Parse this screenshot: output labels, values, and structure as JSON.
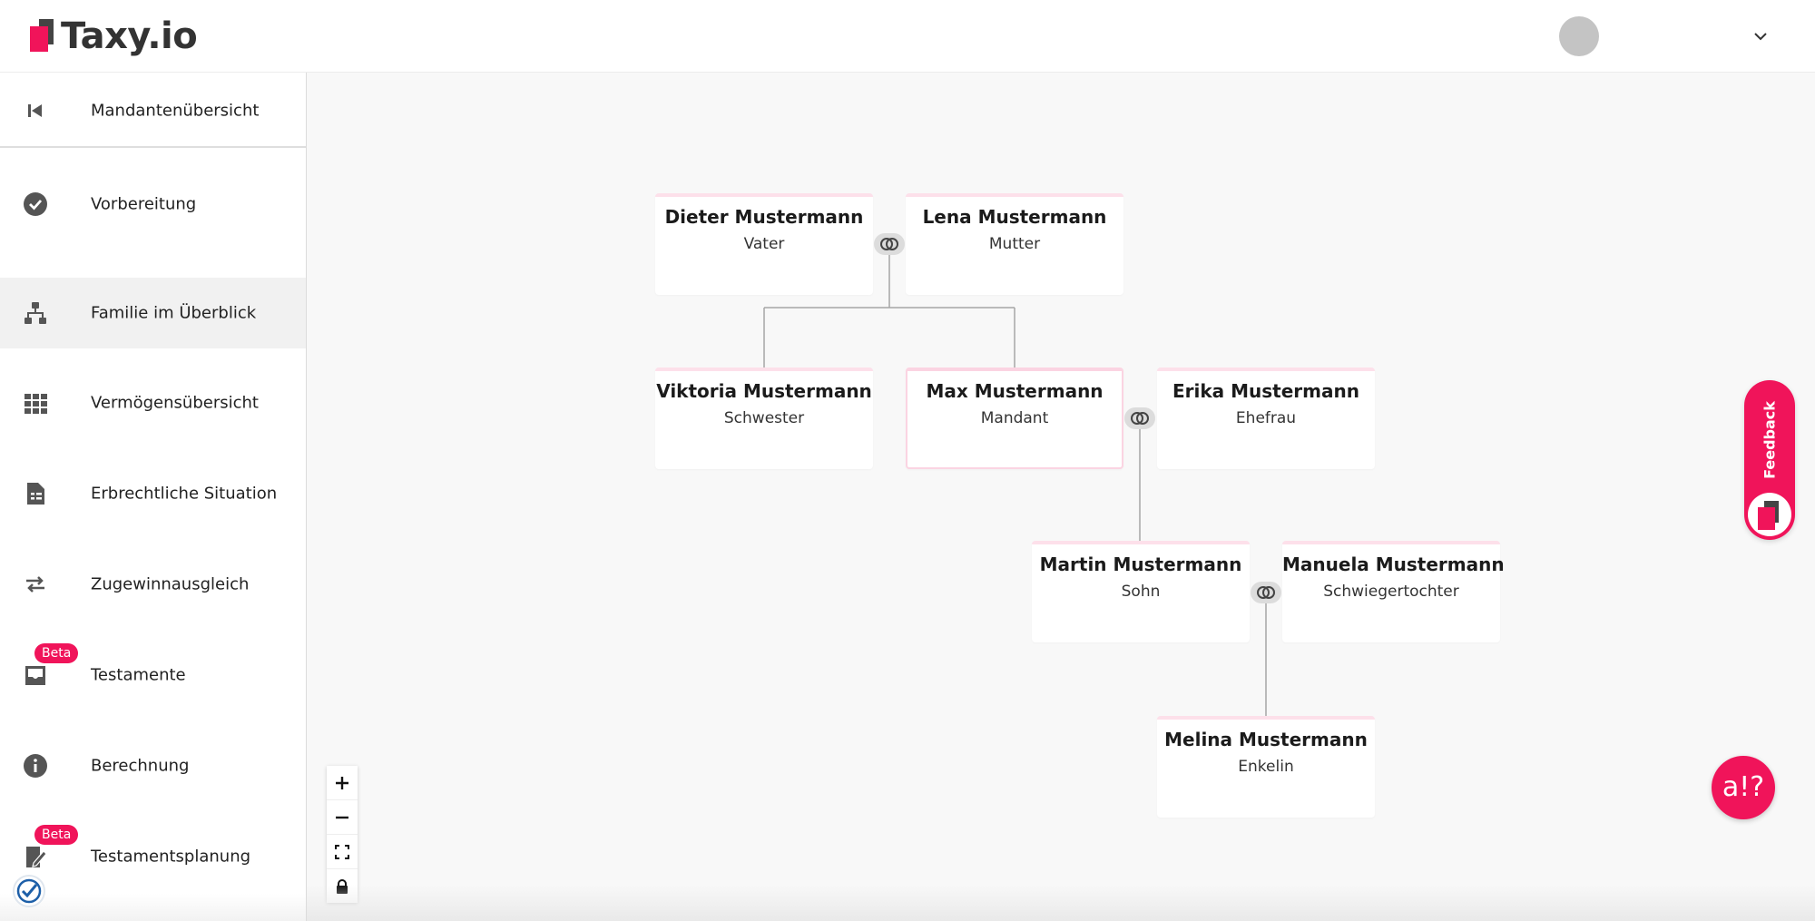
{
  "header": {
    "logo_text": "Taxy.io",
    "brand_color": "#f0145a",
    "avatar_icon": "user-avatar",
    "menu_icon": "chevron-down-icon"
  },
  "sidebar": {
    "items": [
      {
        "label": "Mandantenübersicht",
        "icon": "skip-back-icon"
      },
      {
        "label": "Vorbereitung",
        "icon": "check-circle-icon"
      },
      {
        "label": "Familie im Überblick",
        "icon": "family-tree-icon",
        "active": true
      },
      {
        "label": "Vermögensübersicht",
        "icon": "grid-icon"
      },
      {
        "label": "Erbrechtliche Situation",
        "icon": "document-icon"
      },
      {
        "label": "Zugewinnausgleich",
        "icon": "swap-arrows-icon"
      },
      {
        "label": "Testamente",
        "icon": "inbox-icon",
        "badge": "Beta"
      },
      {
        "label": "Berechnung",
        "icon": "info-icon"
      },
      {
        "label": "Testamentsplanung",
        "icon": "document-edit-icon",
        "badge": "Beta"
      }
    ]
  },
  "family_tree": {
    "people": [
      {
        "name": "Dieter Mustermann",
        "role": "Vater"
      },
      {
        "name": "Lena Mustermann",
        "role": "Mutter"
      },
      {
        "name": "Viktoria Mustermann",
        "role": "Schwester"
      },
      {
        "name": "Max Mustermann",
        "role": "Mandant",
        "selected": true
      },
      {
        "name": "Erika Mustermann",
        "role": "Ehefrau"
      },
      {
        "name": "Martin Mustermann",
        "role": "Sohn"
      },
      {
        "name": "Manuela Mustermann",
        "role": "Schwiegertochter"
      },
      {
        "name": "Melina Mustermann",
        "role": "Enkelin"
      }
    ],
    "marriage_icon": "rings-icon"
  },
  "zoom_controls": {
    "icons": [
      "plus-icon",
      "minus-icon",
      "fit-view-icon",
      "lock-icon"
    ]
  },
  "feedback": {
    "label": "Feedback"
  },
  "help": {
    "label": "a!?"
  }
}
